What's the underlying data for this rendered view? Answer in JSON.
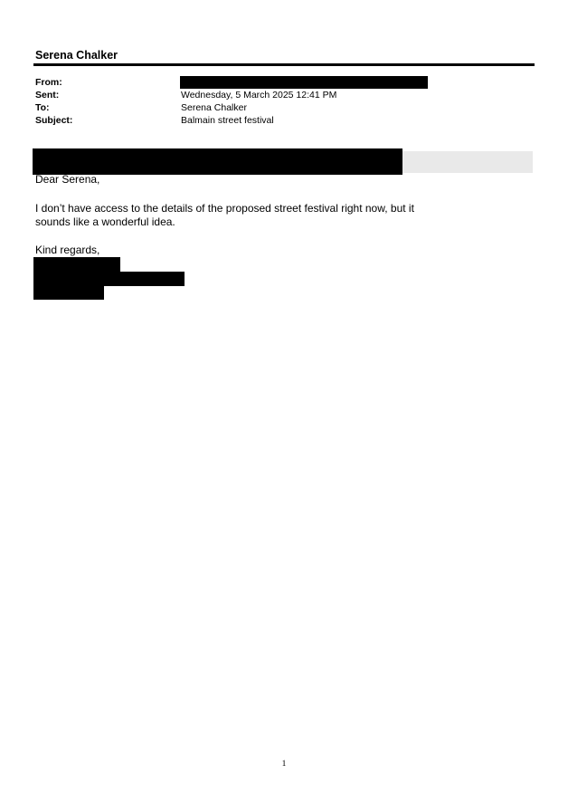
{
  "email": {
    "owner_name": "Serena Chalker",
    "header": {
      "from_label": "From:",
      "sent_label": "Sent:",
      "sent_value": "Wednesday, 5 March 2025 12:41 PM",
      "to_label": "To:",
      "to_value": "Serena Chalker",
      "subject_label": "Subject:",
      "subject_value": "Balmain street festival"
    },
    "body": {
      "greeting": "Dear Serena,",
      "paragraph_line_1": "I don’t have access to the details of the proposed street festival right now, but it",
      "paragraph_line_2": "sounds like a wonderful idea.",
      "signoff": "Kind regards,"
    }
  },
  "page": {
    "number": "1"
  },
  "colors": {
    "redaction": "#000000",
    "banner_band": "#e9e9e9"
  }
}
